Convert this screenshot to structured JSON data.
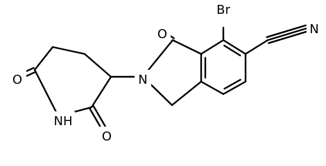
{
  "molecule": {
    "atoms": {
      "br": "Br",
      "n_nitrile": "N",
      "o_lactam": "O",
      "n_isoindolinone": "N",
      "o_glut_top": "O",
      "o_glut_bottom": "O",
      "nh": "NH"
    },
    "colors": {
      "bond": "#000000",
      "text": "#000000",
      "background": "#ffffff"
    }
  }
}
